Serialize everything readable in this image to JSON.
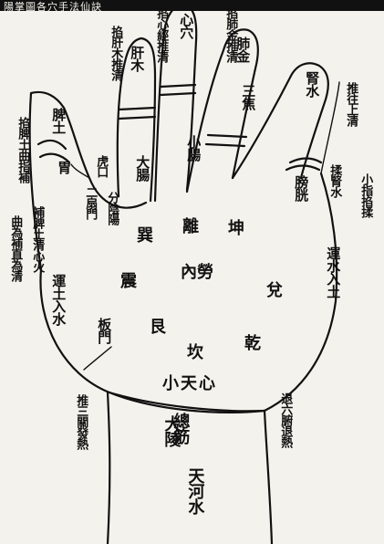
{
  "banner": "陽掌圖各穴手法仙訣",
  "fingers": {
    "thumb": [
      "脾土",
      "胃"
    ],
    "index": [
      "肝木",
      "大腸"
    ],
    "middle": [
      "心穴",
      "小腸"
    ],
    "ring": [
      "肺金",
      "三焦"
    ],
    "little": [
      "腎水",
      "膀胱"
    ]
  },
  "palm_points": [
    "坤",
    "離",
    "巽",
    "內勞",
    "兌",
    "震",
    "艮",
    "坎",
    "乾",
    "板門",
    "天河水",
    "運水入土",
    "運土入水",
    "總筋",
    "大陵",
    "小天心"
  ],
  "side_labels": [
    "掐脾土曲指補",
    "揉腎水",
    "掐肝木推清",
    "掐肺金推清",
    "掐心經推清",
    "推三關發熱",
    "退六腑退熱",
    "補脾土清心火",
    "曲為補直為清",
    "推往上清",
    "小指掐揉",
    "虎口",
    "二扇門",
    "分陰陽"
  ]
}
